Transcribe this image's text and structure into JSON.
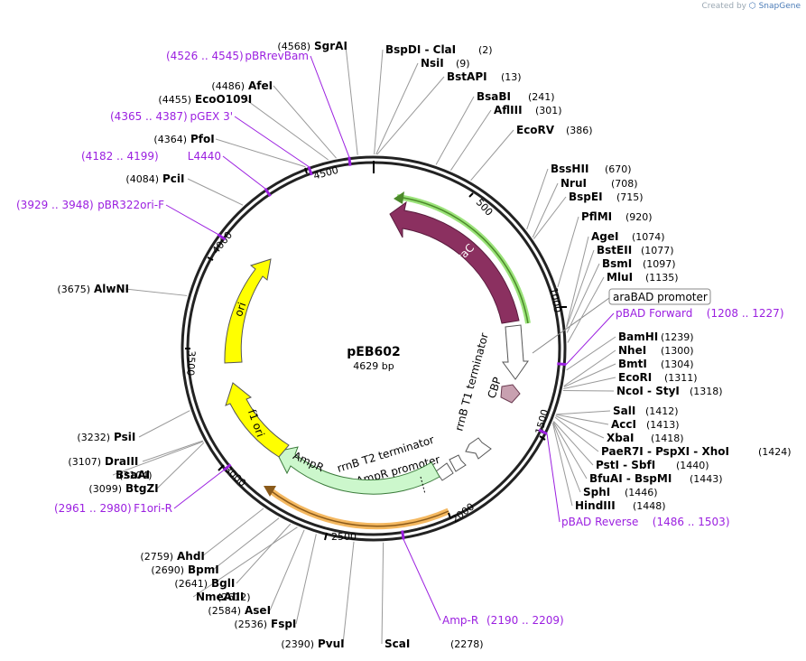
{
  "credit": {
    "prefix": "Created by",
    "brand": "SnapGene"
  },
  "plasmid": {
    "name": "pEB602",
    "size_label": "4629 bp",
    "length": 4629
  },
  "ticks": [
    "500",
    "1000",
    "1500",
    "2000",
    "2500",
    "3000",
    "3500",
    "4000",
    "4500"
  ],
  "enzymes": [
    {
      "pos": "(2)",
      "name": "BspDI  - ClaI"
    },
    {
      "pos": "(9)",
      "name": "NsiI"
    },
    {
      "pos": "(13)",
      "name": "BstAPI"
    },
    {
      "pos": "(241)",
      "name": "BsaBI"
    },
    {
      "pos": "(301)",
      "name": "AflIII"
    },
    {
      "pos": "(386)",
      "name": "EcoRV"
    },
    {
      "pos": "(670)",
      "name": "BssHII"
    },
    {
      "pos": "(708)",
      "name": "NruI"
    },
    {
      "pos": "(715)",
      "name": "BspEI"
    },
    {
      "pos": "(920)",
      "name": "PflMI"
    },
    {
      "pos": "(1074)",
      "name": "AgeI"
    },
    {
      "pos": "(1077)",
      "name": "BstEII"
    },
    {
      "pos": "(1097)",
      "name": "BsmI"
    },
    {
      "pos": "(1135)",
      "name": "MluI"
    },
    {
      "pos": "(1239)",
      "name": "BamHI"
    },
    {
      "pos": "(1300)",
      "name": "NheI"
    },
    {
      "pos": "(1304)",
      "name": "BmtI"
    },
    {
      "pos": "(1311)",
      "name": "EcoRI"
    },
    {
      "pos": "(1318)",
      "name": "NcoI  - StyI"
    },
    {
      "pos": "(1412)",
      "name": "SalI"
    },
    {
      "pos": "(1413)",
      "name": "AccI"
    },
    {
      "pos": "(1418)",
      "name": "XbaI"
    },
    {
      "pos": "(1424)",
      "name": "PaeR7I  - PspXI  - XhoI"
    },
    {
      "pos": "(1440)",
      "name": "PstI  - SbfI"
    },
    {
      "pos": "(1443)",
      "name": "BfuAI  - BspMI"
    },
    {
      "pos": "(1446)",
      "name": "SphI"
    },
    {
      "pos": "(1448)",
      "name": "HindIII"
    },
    {
      "pos": "(2278)",
      "name": "ScaI"
    },
    {
      "pos": "(2390)",
      "name": "PvuI"
    },
    {
      "pos": "(2536)",
      "name": "FspI"
    },
    {
      "pos": "(2584)",
      "name": "AseI"
    },
    {
      "pos": "(2612)",
      "name": "NmeAIII"
    },
    {
      "pos": "(2641)",
      "name": "BglI"
    },
    {
      "pos": "(2690)",
      "name": "BpmI"
    },
    {
      "pos": "(2759)",
      "name": "AhdI"
    },
    {
      "pos": "(3099)",
      "name": "BtgZI"
    },
    {
      "pos": "(3104)",
      "name": "BsaAI"
    },
    {
      "pos": "(3107)",
      "name": "DraIII"
    },
    {
      "pos": "(3232)",
      "name": "PsiI"
    },
    {
      "pos": "(3675)",
      "name": "AlwNI"
    },
    {
      "pos": "(4084)",
      "name": "PciI"
    },
    {
      "pos": "(4364)",
      "name": "PfoI"
    },
    {
      "pos": "(4455)",
      "name": "EcoO109I"
    },
    {
      "pos": "(4486)",
      "name": "AfeI"
    },
    {
      "pos": "(4568)",
      "name": "SgrAI"
    }
  ],
  "primers": [
    {
      "name": "pBRrevBam",
      "range": "(4526 .. 4545)"
    },
    {
      "name": "pGEX 3'",
      "range": "(4365 .. 4387)"
    },
    {
      "name": "L4440",
      "range": "(4182 .. 4199)"
    },
    {
      "name": "pBR322ori-F",
      "range": "(3929 .. 3948)"
    },
    {
      "name": "pBAD Forward",
      "range": "(1208 .. 1227)"
    },
    {
      "name": "pBAD Reverse",
      "range": "(1486 .. 1503)"
    },
    {
      "name": "Amp-R",
      "range": "(2190 .. 2209)"
    },
    {
      "name": "F1ori-R",
      "range": "(2961 .. 2980)"
    }
  ],
  "features": {
    "araC": "araC",
    "ori": "ori",
    "f1ori": "f1 ori",
    "ampR": "AmpR",
    "ampR_promoter": "AmpR promoter",
    "rrnB_T1": "rrnB T1 terminator",
    "rrnB_T2": "rrnB T2 terminator",
    "cbp": "CBP",
    "araBAD_promoter": "araBAD promoter"
  },
  "colors": {
    "araC": "#8b3060",
    "ori": "#ffff00",
    "ampR": "#ccf7cc",
    "primer": "#9b1fe0",
    "cbp": "#c8a0b0",
    "green_highlight": "#9be37a",
    "orange_highlight": "#f4b860"
  }
}
